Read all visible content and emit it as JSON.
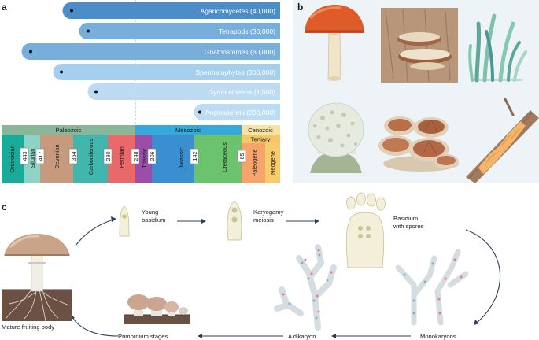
{
  "panels": {
    "a": "a",
    "b": "b",
    "c": "c"
  },
  "lineages": [
    {
      "label": "Agaricomycetes (40,000)",
      "color": "#4a8dc9",
      "text_color": "#ffffff"
    },
    {
      "label": "Tetrapods (30,000)",
      "color": "#77aedc",
      "text_color": "#ffffff"
    },
    {
      "label": "Gnathostomes (60,000)",
      "color": "#77aedc",
      "text_color": "#ffffff"
    },
    {
      "label": "Spermatophytes (300,000)",
      "color": "#a6cfee",
      "text_color": "#ffffff"
    },
    {
      "label": "Gymnosperms (1,000)",
      "color": "#bddcf3",
      "text_color": "#ffffff"
    },
    {
      "label": "Angiosperms (290,000)",
      "color": "#bddcf3",
      "text_color": "#ffffff"
    }
  ],
  "eras": [
    {
      "label": "Paleozoic",
      "color": "#8ab69a"
    },
    {
      "label": "Mesozoic",
      "color": "#35a9dc"
    },
    {
      "label": "Cenozoic",
      "color": "#f6e3a1"
    },
    {
      "label": "Tertiary",
      "color": "#f4c86a"
    }
  ],
  "periods": [
    {
      "label": "Ordovician",
      "color": "#1aaa9a"
    },
    {
      "label": "Silurian",
      "color": "#8fd3c6"
    },
    {
      "label": "Devonian",
      "color": "#c79a7d"
    },
    {
      "label": "Carboniferous",
      "color": "#40b6ac"
    },
    {
      "label": "Permian",
      "color": "#e9686a"
    },
    {
      "label": "Triassic",
      "color": "#9a4eaa"
    },
    {
      "label": "Jurassic",
      "color": "#3a8fd1"
    },
    {
      "label": "Cretaceous",
      "color": "#6bc46d"
    },
    {
      "label": "Paleogene",
      "color": "#f6a46c"
    },
    {
      "label": "Neogene",
      "color": "#f8cc6c"
    }
  ],
  "mya_ticks": [
    "443",
    "417",
    "354",
    "290",
    "248",
    "206",
    "142",
    "65"
  ],
  "life_cycle": {
    "young_basidium_line1": "Young",
    "young_basidium_line2": "basidium",
    "karyogamy_line1": "Karyogamy",
    "karyogamy_line2": "meiosis",
    "basidium_spores_line1": "Basidium",
    "basidium_spores_line2": "with spores",
    "monokaryons": "Monokaryons",
    "dikaryon": "A dikaryon",
    "primordium": "Primordium stages",
    "mature": "Mature fruiting body"
  }
}
